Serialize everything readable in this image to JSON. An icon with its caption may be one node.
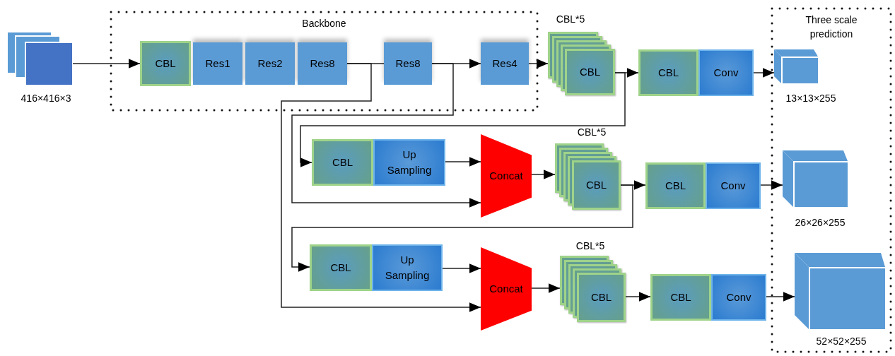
{
  "diagram": {
    "nodes": [
      {
        "text": [
          "Backbone"
        ]
      },
      {
        "text": [
          "Three scale prediction"
        ]
      },
      {
        "text": [],
        "shape": "box",
        "beside": [
          "416×416×3"
        ]
      },
      {
        "text": [
          "CBL"
        ],
        "in": 0
      },
      {
        "text": [
          "Res1"
        ],
        "in": 0
      },
      {
        "text": [
          "Res2"
        ],
        "in": 0
      },
      {
        "text": [
          "Res8"
        ],
        "in": 0
      },
      {
        "text": [
          "Res8"
        ],
        "in": 0
      },
      {
        "text": [
          "Res4"
        ],
        "in": 0
      },
      {
        "text": [
          "CBL"
        ],
        "beside": [
          "CBL*5"
        ]
      },
      {
        "text": [
          "CBL"
        ]
      },
      {
        "text": [
          "Conv"
        ]
      },
      {
        "text": [],
        "shape": "cube",
        "in": 1,
        "beside": [
          "13×13×255"
        ]
      },
      {
        "text": [
          "CBL"
        ]
      },
      {
        "text": [
          "Up Sampling"
        ]
      },
      {
        "text": [
          "Concat"
        ]
      },
      {
        "text": [
          "CBL"
        ],
        "beside": [
          "CBL*5"
        ]
      },
      {
        "text": [
          "CBL"
        ]
      },
      {
        "text": [
          "Conv"
        ]
      },
      {
        "text": [],
        "shape": "cube",
        "in": 1,
        "beside": [
          "26×26×255"
        ]
      },
      {
        "text": [
          "CBL"
        ]
      },
      {
        "text": [
          "Up Sampling"
        ]
      },
      {
        "text": [
          "Concat"
        ]
      },
      {
        "text": [
          "CBL"
        ],
        "beside": [
          "CBL*5"
        ]
      },
      {
        "text": [
          "CBL"
        ]
      },
      {
        "text": [
          "Conv"
        ]
      },
      {
        "text": [],
        "shape": "cube",
        "in": 1,
        "beside": [
          "52×52×255"
        ]
      }
    ],
    "edges": [
      {
        "from": 2,
        "to": 3,
        "arrow": "to"
      },
      {
        "from": 6,
        "to": 7,
        "arrow": "none"
      },
      {
        "from": 7,
        "to": 8,
        "arrow": "to"
      },
      {
        "from": 8,
        "to": 9,
        "arrow": "to"
      },
      {
        "from": 9,
        "to": 10,
        "arrow": "to"
      },
      {
        "from": 11,
        "to": 12,
        "arrow": "to"
      },
      {
        "from": 9,
        "to": 13,
        "arrow": "to"
      },
      {
        "from": 14,
        "to": 15,
        "arrow": "to"
      },
      {
        "from": 7,
        "to": 15,
        "arrow": "to"
      },
      {
        "from": 15,
        "to": 16,
        "arrow": "to"
      },
      {
        "from": 16,
        "to": 17,
        "arrow": "to"
      },
      {
        "from": 18,
        "to": 19,
        "arrow": "to"
      },
      {
        "from": 16,
        "to": 20,
        "arrow": "to"
      },
      {
        "from": 21,
        "to": 22,
        "arrow": "to"
      },
      {
        "from": 6,
        "to": 22,
        "arrow": "to"
      },
      {
        "from": 22,
        "to": 23,
        "arrow": "to"
      },
      {
        "from": 23,
        "to": 24,
        "arrow": "to"
      },
      {
        "from": 25,
        "to": 26,
        "arrow": "to"
      }
    ]
  }
}
